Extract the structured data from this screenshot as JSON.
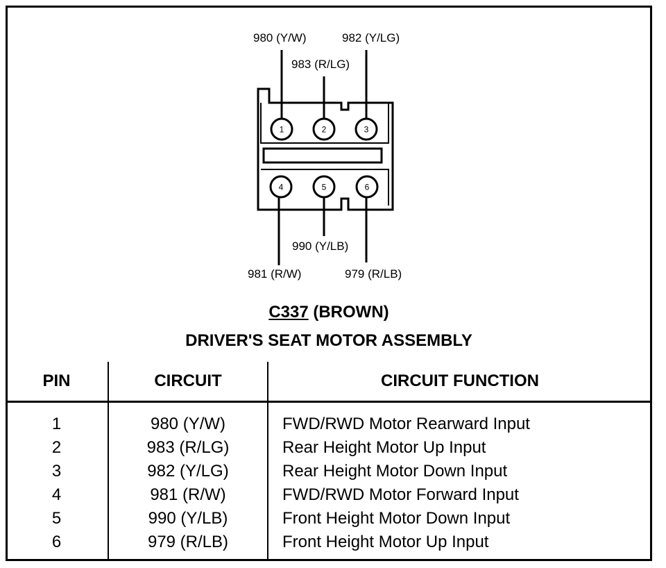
{
  "connector": {
    "id": "C337",
    "color": "(BROWN)",
    "assembly": "DRIVER'S SEAT MOTOR ASSEMBLY",
    "pins": [
      "1",
      "2",
      "3",
      "4",
      "5",
      "6"
    ],
    "wire_labels": {
      "pin1": "980 (Y/W)",
      "pin2": "983 (R/LG)",
      "pin3": "982 (Y/LG)",
      "pin4": "981 (R/W)",
      "pin5": "990 (Y/LB)",
      "pin6": "979 (R/LB)"
    }
  },
  "table": {
    "headers": [
      "PIN",
      "CIRCUIT",
      "CIRCUIT FUNCTION"
    ],
    "pins": [
      "1",
      "2",
      "3",
      "4",
      "5",
      "6"
    ],
    "circuits": [
      "980 (Y/W)",
      "983 (R/LG)",
      "982 (Y/LG)",
      "981 (R/W)",
      "990 (Y/LB)",
      "979 (R/LB)"
    ],
    "functions": [
      "FWD/RWD Motor Rearward Input",
      "Rear Height Motor Up Input",
      "Rear Height Motor Down Input",
      "FWD/RWD Motor Forward Input",
      "Front Height Motor Down Input",
      "Front Height Motor Up Input"
    ]
  }
}
